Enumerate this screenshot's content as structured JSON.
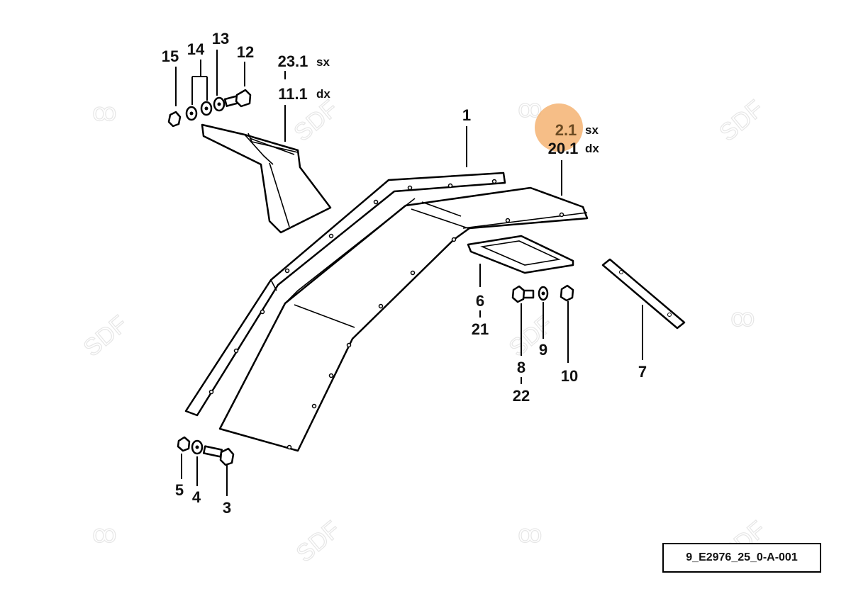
{
  "diagram": {
    "code": "9_E2976_25_0-A-001",
    "highlight_color": "#f3a85f",
    "watermark": "SDF",
    "labels": {
      "p15": "15",
      "p14": "14",
      "p13": "13",
      "p12": "12",
      "p23_1": "23.1",
      "p23_1_side": "sx",
      "p11_1": "11.1",
      "p11_1_side": "dx",
      "p1": "1",
      "p2_1": "2.1",
      "p2_1_side": "sx",
      "p20_1": "20.1",
      "p20_1_side": "dx",
      "p6": "6",
      "p21": "21",
      "p9": "9",
      "p8": "8",
      "p22": "22",
      "p10": "10",
      "p7": "7",
      "p5": "5",
      "p4": "4",
      "p3": "3"
    }
  }
}
